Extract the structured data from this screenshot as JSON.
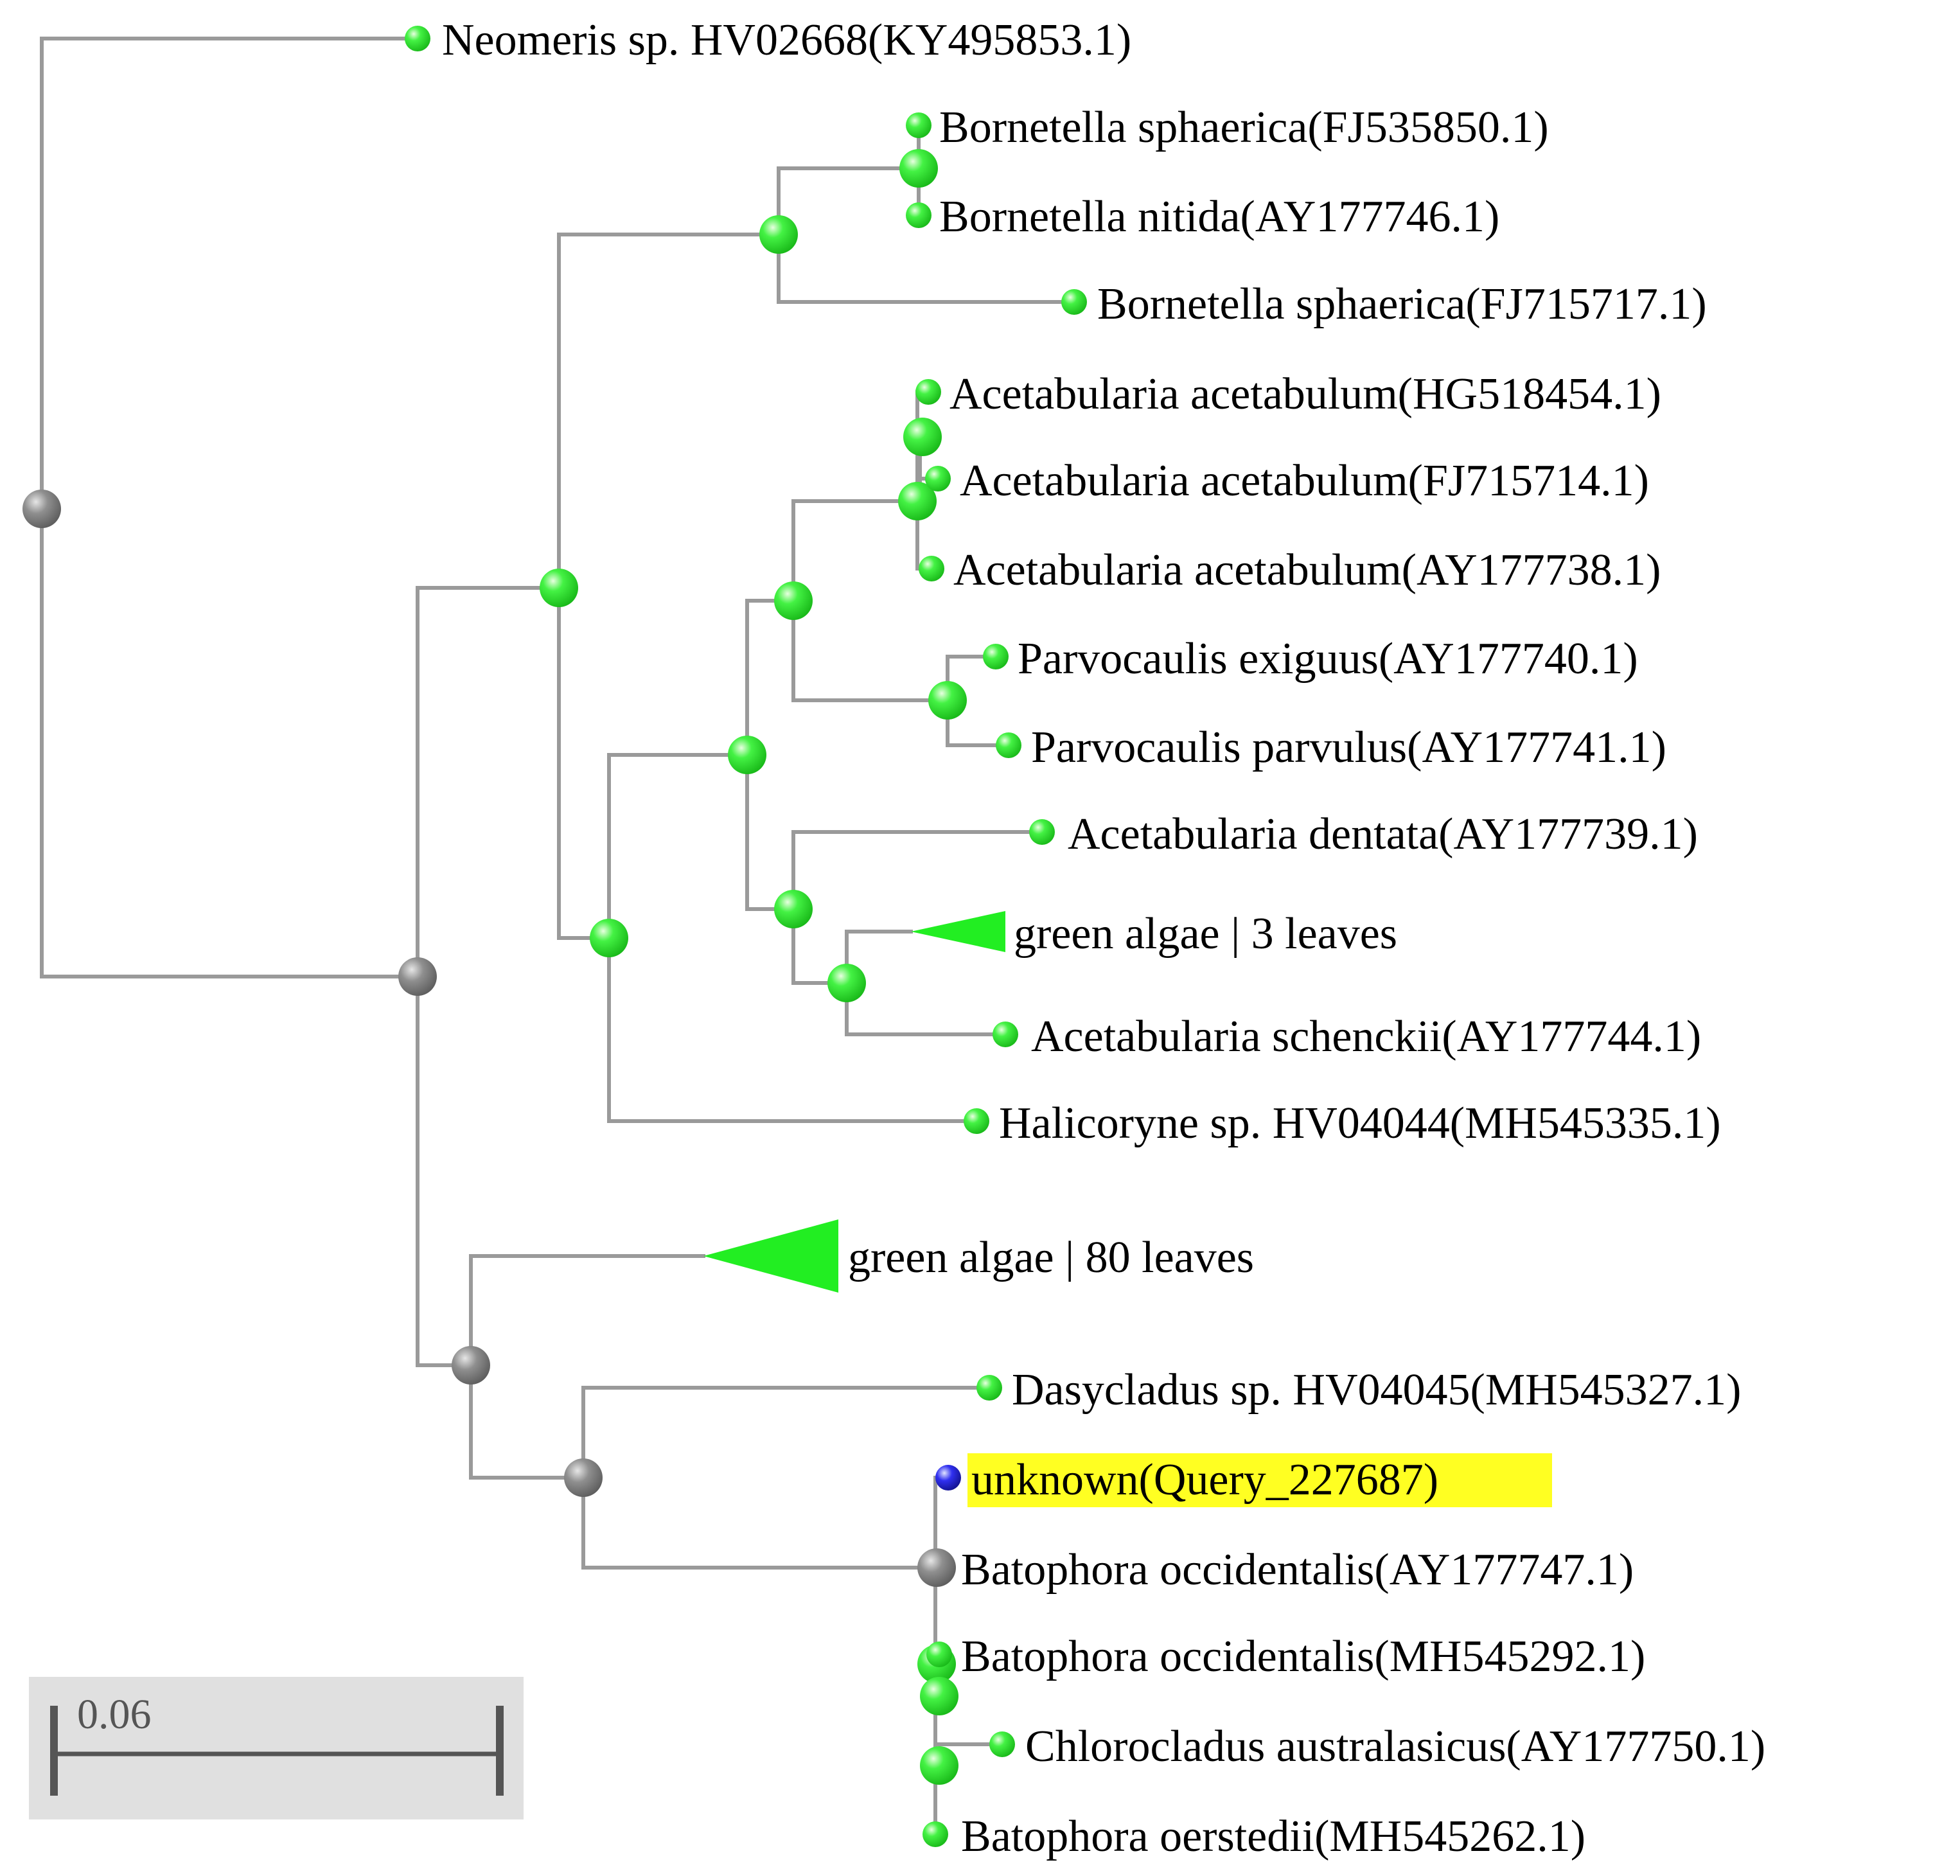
{
  "diagram": {
    "type": "phylogenetic-tree",
    "colors": {
      "branch": "#9a9a9a",
      "node_green": "#22ee22",
      "node_gray": "#8a8a8a",
      "node_blue": "#2222ee",
      "highlight": "#ffff22",
      "scale_bg": "#e0e0e0",
      "scale_bar": "#555555"
    },
    "leaves": [
      {
        "id": "neomeris",
        "label": "Neomeris sp. HV02668(KY495853.1)",
        "marker": "green"
      },
      {
        "id": "bornetella-sph1",
        "label": "Bornetella sphaerica(FJ535850.1)",
        "marker": "green"
      },
      {
        "id": "bornetella-nitida",
        "label": "Bornetella nitida(AY177746.1)",
        "marker": "green"
      },
      {
        "id": "bornetella-sph2",
        "label": "Bornetella sphaerica(FJ715717.1)",
        "marker": "green"
      },
      {
        "id": "acetabularia-1",
        "label": "Acetabularia acetabulum(HG518454.1)",
        "marker": "green"
      },
      {
        "id": "acetabularia-2",
        "label": "Acetabularia acetabulum(FJ715714.1)",
        "marker": "green"
      },
      {
        "id": "acetabularia-3",
        "label": "Acetabularia acetabulum(AY177738.1)",
        "marker": "green"
      },
      {
        "id": "parvocaulis-exiguus",
        "label": "Parvocaulis exiguus(AY177740.1)",
        "marker": "green"
      },
      {
        "id": "parvocaulis-parvulus",
        "label": "Parvocaulis parvulus(AY177741.1)",
        "marker": "green"
      },
      {
        "id": "acetabularia-dentata",
        "label": "Acetabularia dentata(AY177739.1)",
        "marker": "green"
      },
      {
        "id": "collapsed-3",
        "label": "green algae | 3 leaves",
        "marker": "collapsed"
      },
      {
        "id": "acetabularia-schenckii",
        "label": "Acetabularia schenckii(AY177744.1)",
        "marker": "green"
      },
      {
        "id": "halicoryne",
        "label": "Halicoryne sp. HV04044(MH545335.1)",
        "marker": "green"
      },
      {
        "id": "collapsed-80",
        "label": "green algae | 80 leaves",
        "marker": "collapsed"
      },
      {
        "id": "dasycladus",
        "label": "Dasycladus sp. HV04045(MH545327.1)",
        "marker": "green"
      },
      {
        "id": "query",
        "label": "unknown(Query_227687)",
        "marker": "blue",
        "highlight": true
      },
      {
        "id": "batophora-occ1",
        "label": "Batophora occidentalis(AY177747.1)",
        "marker": "green"
      },
      {
        "id": "batophora-occ2",
        "label": "Batophora occidentalis(MH545292.1)",
        "marker": "green"
      },
      {
        "id": "chlorocladus",
        "label": "Chlorocladus australasicus(AY177750.1)",
        "marker": "green"
      },
      {
        "id": "batophora-oerstedii",
        "label": "Batophora oerstedii(MH545262.1)",
        "marker": "green"
      }
    ],
    "scale_bar": {
      "label": "0.06",
      "length": 0.06
    }
  }
}
